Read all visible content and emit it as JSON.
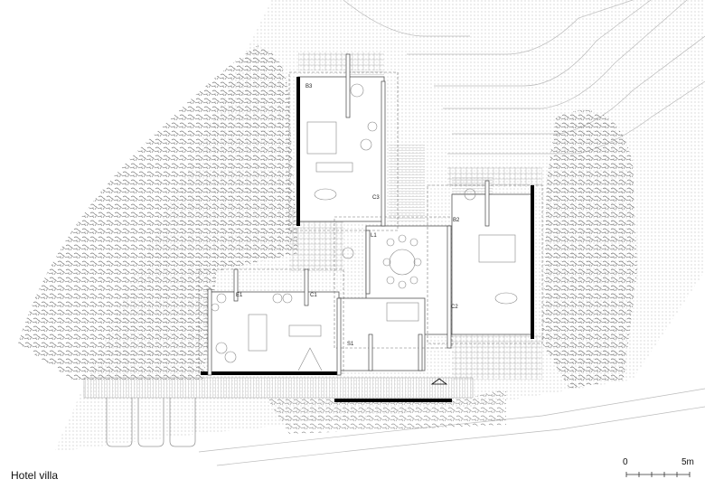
{
  "title": "Hotel villa",
  "scale_bar": {
    "start": "0",
    "end": "5m"
  },
  "rooms": [
    {
      "id": "b3",
      "label": "B3"
    },
    {
      "id": "c3",
      "label": "C3"
    },
    {
      "id": "l1",
      "label": "L1"
    },
    {
      "id": "b2",
      "label": "B2"
    },
    {
      "id": "c2",
      "label": "C2"
    },
    {
      "id": "e1",
      "label": "E1"
    },
    {
      "id": "c1",
      "label": "C1"
    },
    {
      "id": "s1",
      "label": "S1"
    }
  ],
  "colors": {
    "line": "#555555",
    "wall": "#000000",
    "vegetation": "#8a8a8a"
  }
}
